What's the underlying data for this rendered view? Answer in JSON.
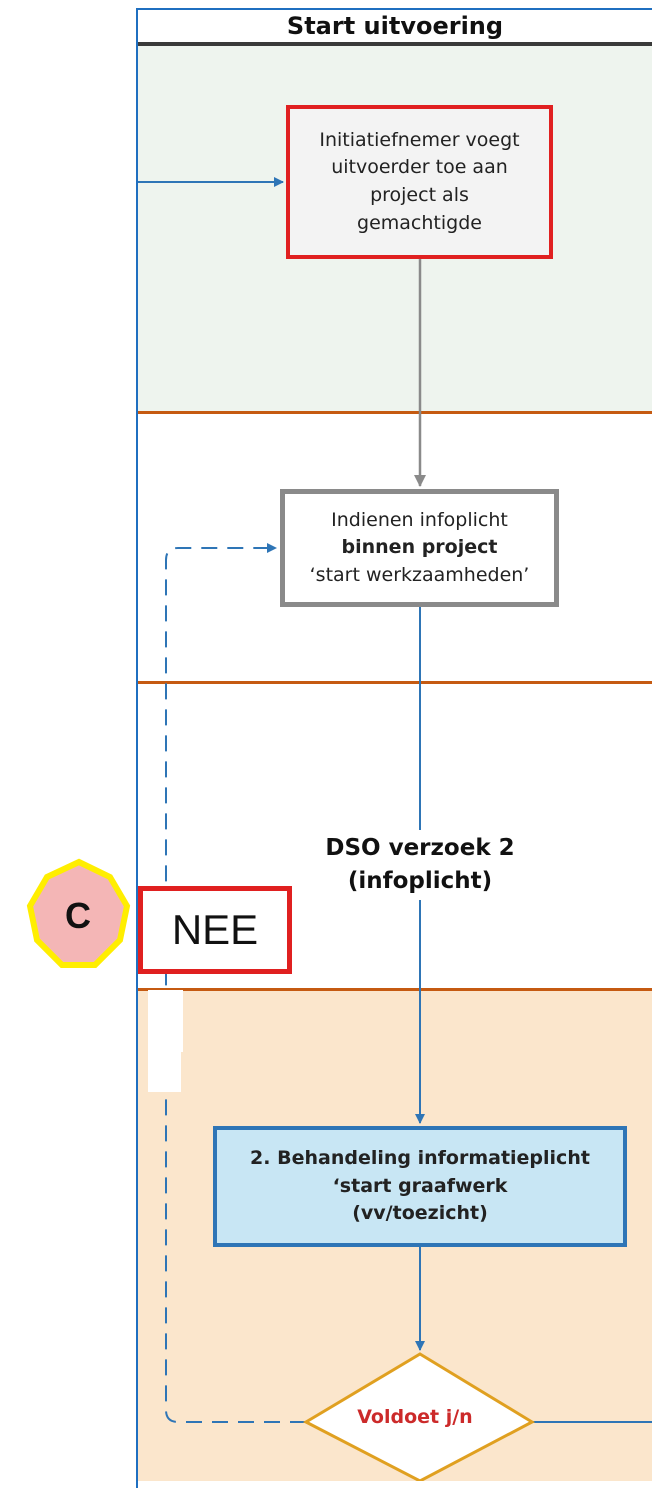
{
  "header": {
    "title": "Start uitvoering"
  },
  "boxes": {
    "initiatiefnemer": {
      "lines": [
        "Initiatiefnemer voegt",
        "uitvoerder toe aan",
        "project als",
        "gemachtigde"
      ]
    },
    "indienen": {
      "line1": "Indienen infoplicht",
      "line2": "binnen project",
      "line3": "‘start werkzaamheden’"
    },
    "behandeling": {
      "line1": "2. Behandeling informatieplicht",
      "line2": "‘start graafwerk",
      "line3": "(vv/toezicht)"
    }
  },
  "labels": {
    "dso_line1": "DSO verzoek 2",
    "dso_line2": "(infoplicht)",
    "nee": "NEE",
    "c_badge": "C"
  },
  "decision": {
    "label": "Voldoet j/n"
  },
  "colors": {
    "lane_border": "#1f6fc0",
    "lane_green": "#eef4ee",
    "lane_peach": "#fbe6cc",
    "divider": "#c55a11",
    "red_outline": "#e02020",
    "grey_outline": "#8a8a8a",
    "blue_box_fill": "#c8e6f4",
    "blue_box_border": "#2e75b6",
    "arrow_blue": "#2e75b6",
    "arrow_grey": "#8a8a8a",
    "diamond_border": "#e0a020",
    "badge_fill": "#f4b6b6",
    "badge_border": "#ffee00"
  }
}
